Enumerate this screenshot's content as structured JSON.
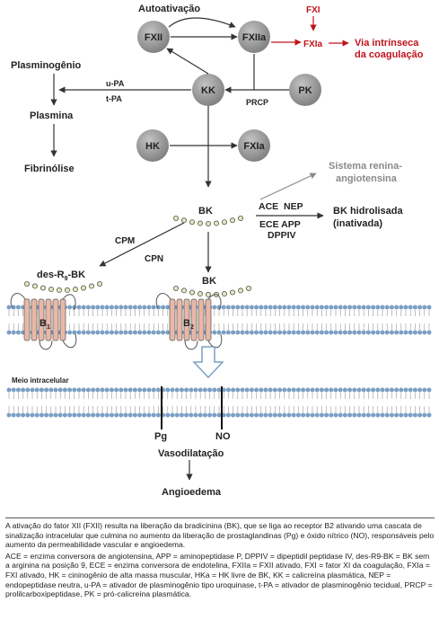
{
  "nodes": {
    "fxii": "FXII",
    "fxiia": "FXIIa",
    "kk": "KK",
    "pk": "PK",
    "hk": "HK",
    "fxia_right": "FXIa"
  },
  "labels": {
    "autoativacao": "Autoativação",
    "fxi": "FXI",
    "fxia": "FXIa",
    "via_line1": "Via intrínseca",
    "via_line2": "da coagulação",
    "plasminogenio": "Plasminogênio",
    "upa": "u-PA",
    "tpa": "t-PA",
    "plasmina": "Plasmina",
    "fibrinolise": "Fibrinólise",
    "prcp": "PRCP",
    "sistema_line1": "Sistema renina-",
    "sistema_line2": "angiotensina",
    "ace_nep": "ACE  NEP",
    "ece_app": "ECE APP",
    "dppiv": "DPPIV",
    "bk_hidro_line1": "BK hidrolisada",
    "bk_hidro_line2": "(inativada)",
    "bk_top": "BK",
    "cpm": "CPM",
    "cpn": "CPN",
    "des_r9_bk": "des-R9-BK",
    "bk_receptor": "BK",
    "b1": "B1",
    "b2": "B2",
    "meio_intracelular": "Meio intracelular",
    "pg": "Pg",
    "no": "NO",
    "vasodilatacao": "Vasodilatação",
    "angioedema": "Angioedema"
  },
  "caption": {
    "paragraph1": "A ativação do fator XII (FXII) resulta na liberação da bradicinina (BK), que se liga ao receptor B2 ativando uma cascata de sinalização intracelular que culmina no aumento da liberação de prostaglandinas (Pg) e óxido nítrico (NO), responsáveis pelo aumento da permeabilidade vascular e angioedema.",
    "paragraph2": "ACE = enzima conversora de angiotensina, APP = aminopeptidase P, DPPIV = dipeptidil peptidase IV, des-R9-BK = BK sem a arginina na posição 9, ECE = enzima conversora de endotelina, FXIIa = FXII ativado, FXI = fator XI da coagulação, FXIa = FXI ativado, HK = cininogênio de alta massa muscular, HKa = HK livre de BK, KK = calicreína plasmática, NEP = endopeptidase neutra, u-PA = ativador de plasminogênio tipo uroquinase, t-PA = ativador de plasminogênio tecidual, PRCP = prolilcarboxipeptidase, PK = pró-calicreína plasmática."
  },
  "colors": {
    "circle_fill": "#9a9a9a",
    "bead_fill": "#e6e6b8",
    "membrane_head": "#7b9fc4",
    "receptor_fill": "#e9b8a6",
    "red_text": "#c0141c",
    "grey_text": "#8a8a8a"
  }
}
